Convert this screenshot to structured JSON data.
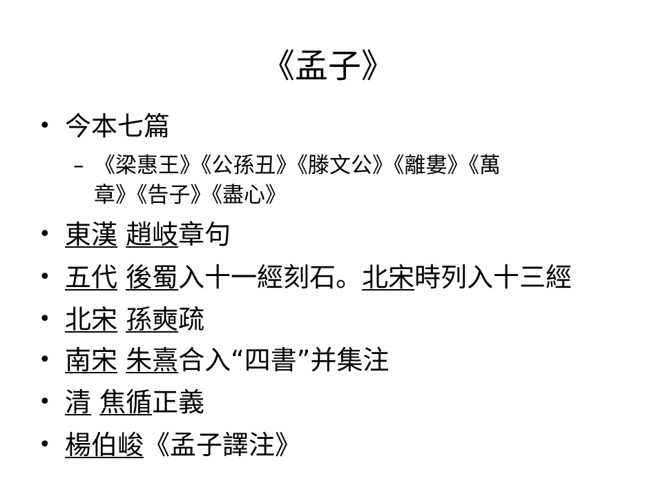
{
  "slide": {
    "title": "《孟子》",
    "bullets": [
      {
        "segments": [
          {
            "text": "今本七篇",
            "underline": false
          }
        ]
      },
      {
        "segments": [
          {
            "text": "東漢",
            "underline": true
          },
          {
            "text": " ",
            "underline": false
          },
          {
            "text": "趙岐",
            "underline": true
          },
          {
            "text": "章句",
            "underline": false
          }
        ]
      },
      {
        "segments": [
          {
            "text": "五代",
            "underline": true
          },
          {
            "text": " ",
            "underline": false
          },
          {
            "text": "後蜀",
            "underline": true
          },
          {
            "text": "入十一經刻石。",
            "underline": false
          },
          {
            "text": "北宋",
            "underline": true
          },
          {
            "text": "時列入十三經",
            "underline": false
          }
        ]
      },
      {
        "segments": [
          {
            "text": "北宋",
            "underline": true
          },
          {
            "text": " ",
            "underline": false
          },
          {
            "text": "孫奭",
            "underline": true
          },
          {
            "text": "疏",
            "underline": false
          }
        ]
      },
      {
        "segments": [
          {
            "text": "南宋",
            "underline": true
          },
          {
            "text": " ",
            "underline": false
          },
          {
            "text": "朱熹",
            "underline": true
          },
          {
            "text": "合入“四書”并集注",
            "underline": false
          }
        ]
      },
      {
        "segments": [
          {
            "text": "清",
            "underline": true
          },
          {
            "text": " ",
            "underline": false
          },
          {
            "text": "焦循",
            "underline": true
          },
          {
            "text": "正義",
            "underline": false
          }
        ]
      },
      {
        "segments": [
          {
            "text": "楊伯峻",
            "underline": true
          },
          {
            "text": "《孟子譯注》",
            "underline": false
          }
        ]
      }
    ],
    "sub_bullet": {
      "line1": "《梁惠王》《公孫丑》《滕文公》《離婁》《萬",
      "line2": "章》《告子》《盡心》"
    },
    "bullet_glyph": "•",
    "dash_glyph": "–"
  }
}
